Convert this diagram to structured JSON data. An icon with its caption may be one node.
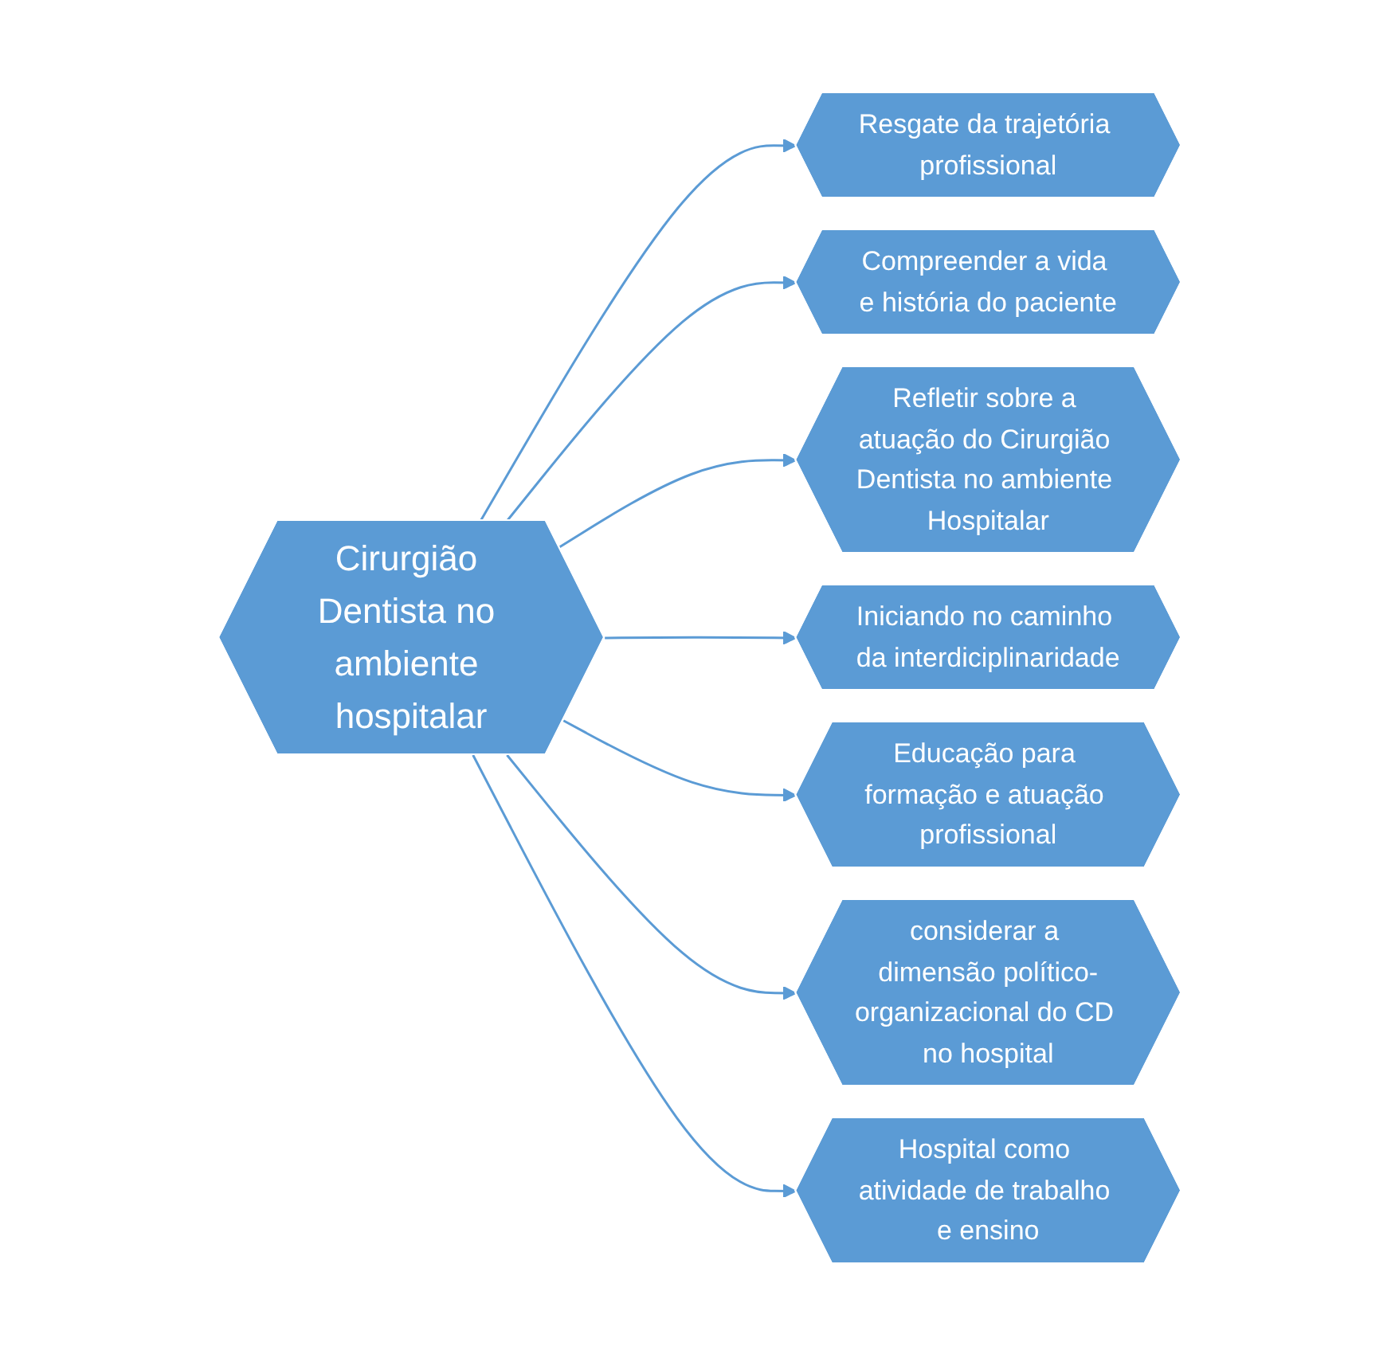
{
  "diagram": {
    "nodes": [
      {
        "text": [
          "Cirurgião Dentista no ambiente hospitalar"
        ]
      },
      {
        "text": [
          "Resgate da trajetória profissional"
        ]
      },
      {
        "text": [
          "Compreender a vida e história do paciente"
        ]
      },
      {
        "text": [
          "Refletir sobre a atuação do Cirurgião Dentista no ambiente Hospitalar"
        ]
      },
      {
        "text": [
          "Iniciando no caminho da interdiciplinaridade"
        ]
      },
      {
        "text": [
          "Educação para formação e atuação profissional"
        ]
      },
      {
        "text": [
          "considerar a dimensão político-organizacional do CD no hospital"
        ]
      },
      {
        "text": [
          "Hospital como atividade de trabalho e ensino"
        ]
      }
    ],
    "edges": [
      {
        "from": 0,
        "to": 1,
        "arrow": "to"
      },
      {
        "from": 0,
        "to": 2,
        "arrow": "to"
      },
      {
        "from": 0,
        "to": 3,
        "arrow": "to"
      },
      {
        "from": 0,
        "to": 4,
        "arrow": "to"
      },
      {
        "from": 0,
        "to": 5,
        "arrow": "to"
      },
      {
        "from": 0,
        "to": 6,
        "arrow": "to"
      },
      {
        "from": 0,
        "to": 7,
        "arrow": "to"
      }
    ]
  }
}
